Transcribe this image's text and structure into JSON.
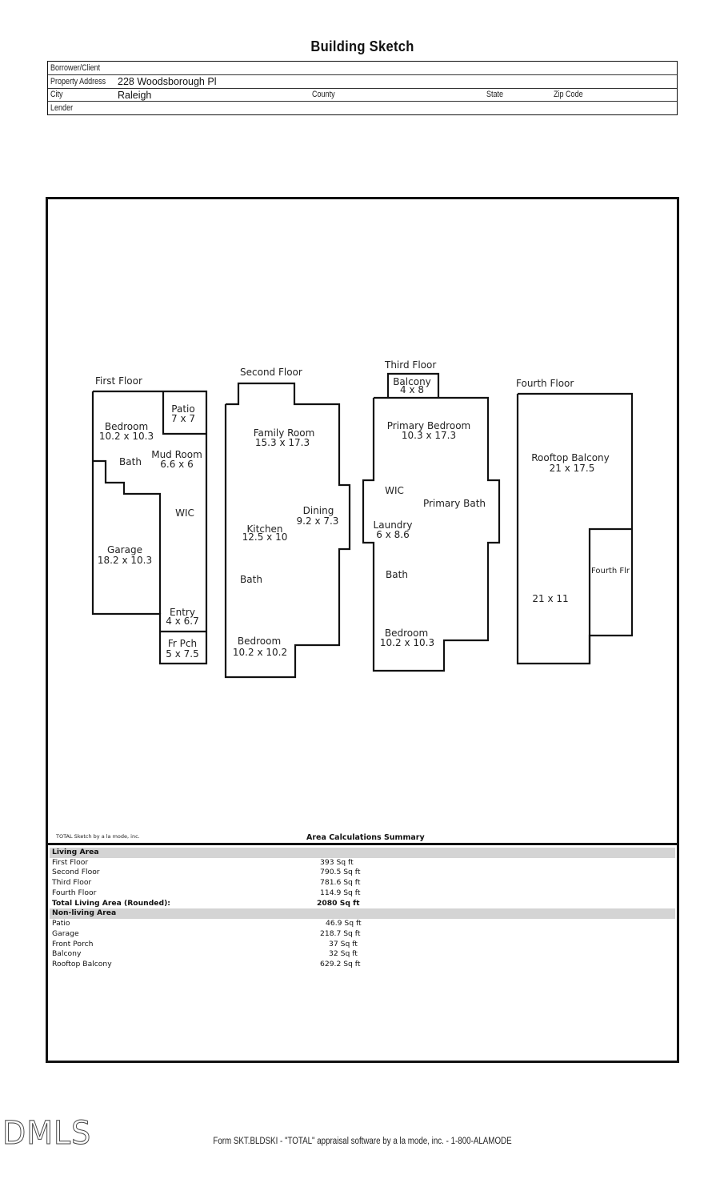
{
  "header": {
    "title": "Building Sketch",
    "fields": {
      "borrower_label": "Borrower/Client",
      "borrower_value": "",
      "address_label": "Property Address",
      "address_value": "228 Woodsborough Pl",
      "city_label": "City",
      "city_value": "Raleigh",
      "county_label": "County",
      "county_value": "",
      "state_label": "State",
      "state_value": "",
      "zip_label": "Zip Code",
      "zip_value": "",
      "lender_label": "Lender",
      "lender_value": ""
    }
  },
  "sketch": {
    "floors": {
      "first": {
        "label": "First Floor",
        "rooms": {
          "patio": {
            "name": "Patio",
            "dims": "7 x 7"
          },
          "bedroom": {
            "name": "Bedroom",
            "dims": "10.2 x 10.3"
          },
          "bath": {
            "name": "Bath"
          },
          "mud_room": {
            "name": "Mud Room",
            "dims": "6.6 x 6"
          },
          "wic": {
            "name": "WIC"
          },
          "garage": {
            "name": "Garage",
            "dims": "18.2 x 10.3"
          },
          "entry": {
            "name": "Entry",
            "dims": "4 x 6.7"
          },
          "front_porch": {
            "name": "Fr Pch",
            "dims": "5 x 7.5"
          }
        }
      },
      "second": {
        "label": "Second Floor",
        "rooms": {
          "family_room": {
            "name": "Family Room",
            "dims": "15.3 x 17.3"
          },
          "dining": {
            "name": "Dining",
            "dims": "9.2 x 7.3"
          },
          "kitchen": {
            "name": "Kitchen",
            "dims": "12.5 x 10"
          },
          "bath": {
            "name": "Bath"
          },
          "bedroom": {
            "name": "Bedroom",
            "dims": "10.2 x 10.2"
          }
        }
      },
      "third": {
        "label": "Third Floor",
        "rooms": {
          "balcony": {
            "name": "Balcony",
            "dims": "4 x 8"
          },
          "primary_bedroom": {
            "name": "Primary Bedroom",
            "dims": "10.3 x 17.3"
          },
          "wic": {
            "name": "WIC"
          },
          "primary_bath": {
            "name": "Primary Bath"
          },
          "laundry": {
            "name": "Laundry",
            "dims": "6 x 8.6"
          },
          "bath": {
            "name": "Bath"
          },
          "bedroom": {
            "name": "Bedroom",
            "dims": "10.2 x 10.3"
          }
        }
      },
      "fourth": {
        "label": "Fourth Floor",
        "rooms": {
          "rooftop_balcony": {
            "name": "Rooftop Balcony",
            "dims": "21 x 17.5"
          },
          "lower_dims": "21 x 11",
          "fourth_flr": {
            "name": "Fourth Flr"
          }
        }
      }
    }
  },
  "summary": {
    "credit": "TOTAL Sketch by a la mode, inc.",
    "title": "Area Calculations Summary",
    "living_header": "Living Area",
    "living": [
      {
        "label": "First Floor",
        "value": "393 Sq ft"
      },
      {
        "label": "Second Floor",
        "value": "790.5 Sq ft"
      },
      {
        "label": "Third Floor",
        "value": "781.6 Sq ft"
      },
      {
        "label": "Fourth Floor",
        "value": "114.9 Sq ft"
      }
    ],
    "total_label": "Total Living Area (Rounded):",
    "total_value": "2080 Sq ft",
    "nonliving_header": "Non-living Area",
    "nonliving": [
      {
        "label": "Patio",
        "value": "46.9 Sq ft"
      },
      {
        "label": "Garage",
        "value": "218.7 Sq ft"
      },
      {
        "label": "Front Porch",
        "value": "37 Sq ft"
      },
      {
        "label": "Balcony",
        "value": "32 Sq ft"
      },
      {
        "label": "Rooftop Balcony",
        "value": "629.2 Sq ft"
      }
    ]
  },
  "footer": {
    "form_text": "Form SKT.BLDSKI - \"TOTAL\" appraisal software by a la mode, inc. - 1-800-ALAMODE",
    "logo": "DMLS"
  }
}
